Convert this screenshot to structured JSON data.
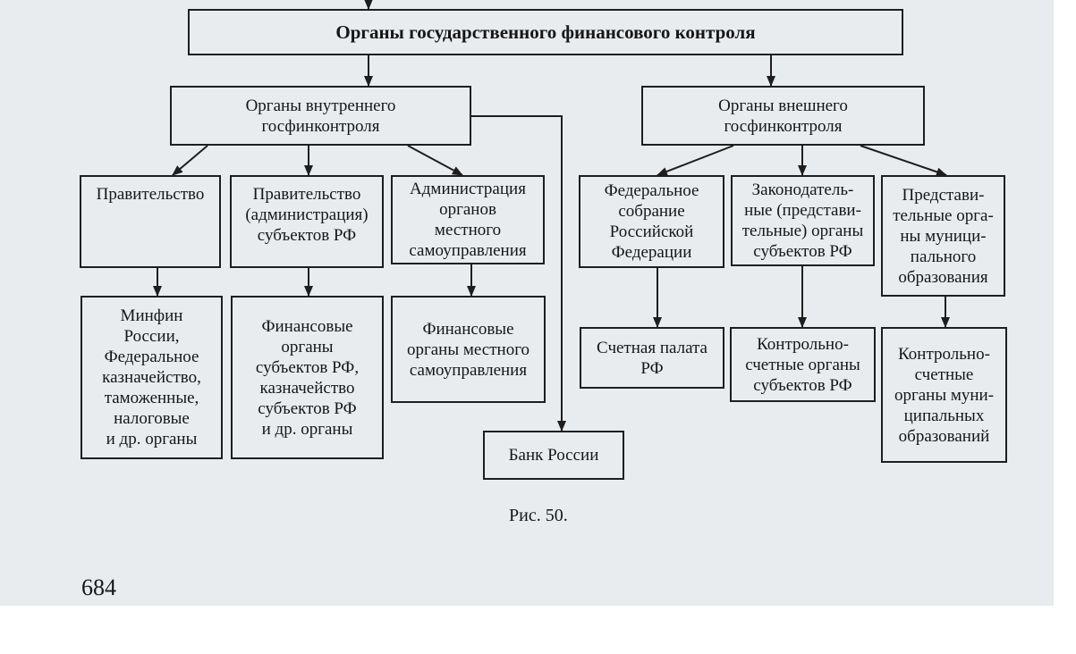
{
  "diagram": {
    "root": "Органы государственного финансового контроля",
    "internal": "Органы внутреннего\nгосфинконтроля",
    "external": "Органы внешнего\nгосфинконтроля",
    "government": "Правительство",
    "regional_government": "Правительство\n(администрация)\nсубъектов РФ",
    "local_admin": "Администрация\nорганов\nместного\nсамоуправления",
    "federal_assembly": "Федеральное\nсобрание\nРоссийской\nФедерации",
    "regional_legislative": "Законодатель-\nные (представи-\nтельные) органы\nсубъектов РФ",
    "municipal_representative": "Представи-\nтельные орга-\nны муници-\nпального\nобразования",
    "minfin": "Минфин\nРоссии,\nФедеральное\nказначейство,\nтаможенные,\nналоговые\nи др. органы",
    "regional_finance": "Финансовые\nорганы\nсубъектов РФ,\nказначейство\nсубъектов РФ\nи др. органы",
    "local_finance": "Финансовые\nорганы местного\nсамоуправления",
    "bank_of_russia": "Банк России",
    "accounts_chamber": "Счетная палата\nРФ",
    "regional_audit": "Контрольно-\nсчетные органы\nсубъектов РФ",
    "municipal_audit": "Контрольно-\nсчетные\nорганы муни-\nципальных\nобразований"
  },
  "caption": "Рис. 50.",
  "page_number": "684"
}
